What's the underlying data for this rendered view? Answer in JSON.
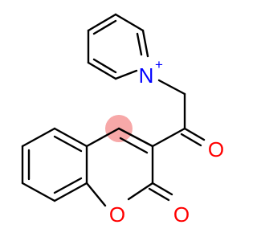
{
  "structure": {
    "atoms": [
      {
        "id": "n1",
        "symbol": "N",
        "charge": "+",
        "color": "#0000FF"
      },
      {
        "id": "o1",
        "symbol": "O",
        "color": "#FF0000"
      },
      {
        "id": "o2",
        "symbol": "O",
        "color": "#FF0000"
      },
      {
        "id": "o3",
        "symbol": "O",
        "color": "#FF0000"
      }
    ],
    "highlight_color": "#F7A8A8",
    "bond_color": "#000000"
  }
}
